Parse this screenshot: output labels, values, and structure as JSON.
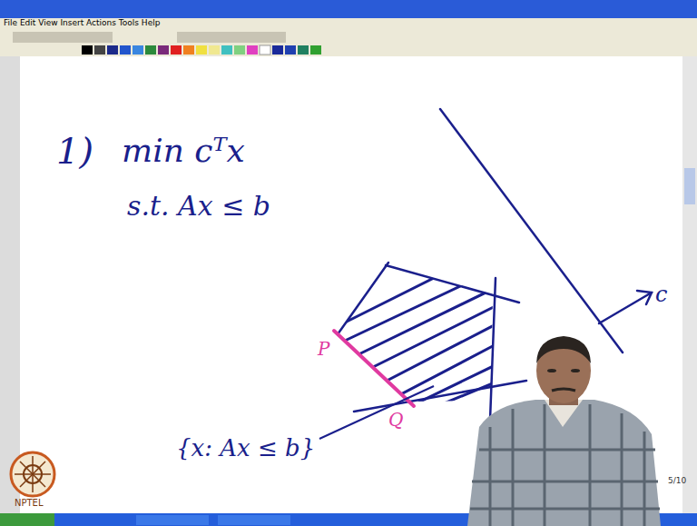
{
  "diagram": {
    "labels": [
      "File Edit View Insert Actions Tools Help",
      "1)",
      "min cᵀx",
      "s.t. Ax ≤ b",
      "P",
      "Q",
      "{x: Ax ≤ b}",
      "c",
      "5/10",
      "NPTEL"
    ]
  }
}
